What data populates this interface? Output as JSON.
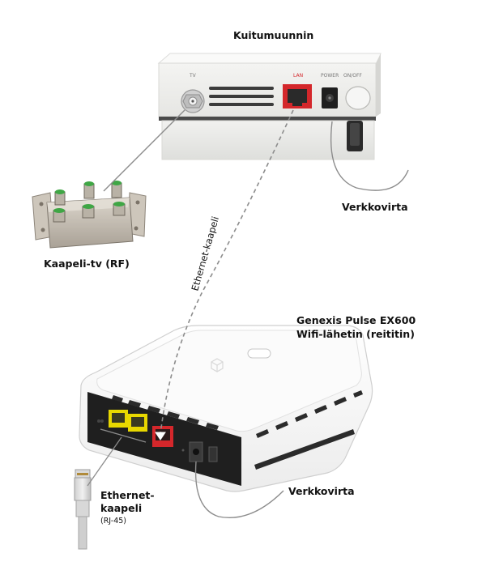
{
  "labels": {
    "converter": "Kuitumuunnin",
    "cable_tv": "Kaapeli-tv (RF)",
    "power_top": "Verkkovirta",
    "router_line1": "Genexis Pulse EX600",
    "router_line2": "Wifi-lähetin (reititin)",
    "ethernet_line1": "Ethernet-",
    "ethernet_line2": "kaapeli",
    "ethernet_sub": "(RJ-45)",
    "power_bottom": "Verkkovirta",
    "ethernet_cable": "Ethernet-kaapeli"
  },
  "device_labels": {
    "tv": "TV",
    "lan": "LAN",
    "power": "POWER",
    "onoff": "ON/OFF"
  },
  "colors": {
    "lan_port": "#d4272b",
    "yellow_port": "#e8d800",
    "device_body": "#efefed",
    "router_body": "#f7f7f7",
    "cable": "#8c8c8c"
  }
}
